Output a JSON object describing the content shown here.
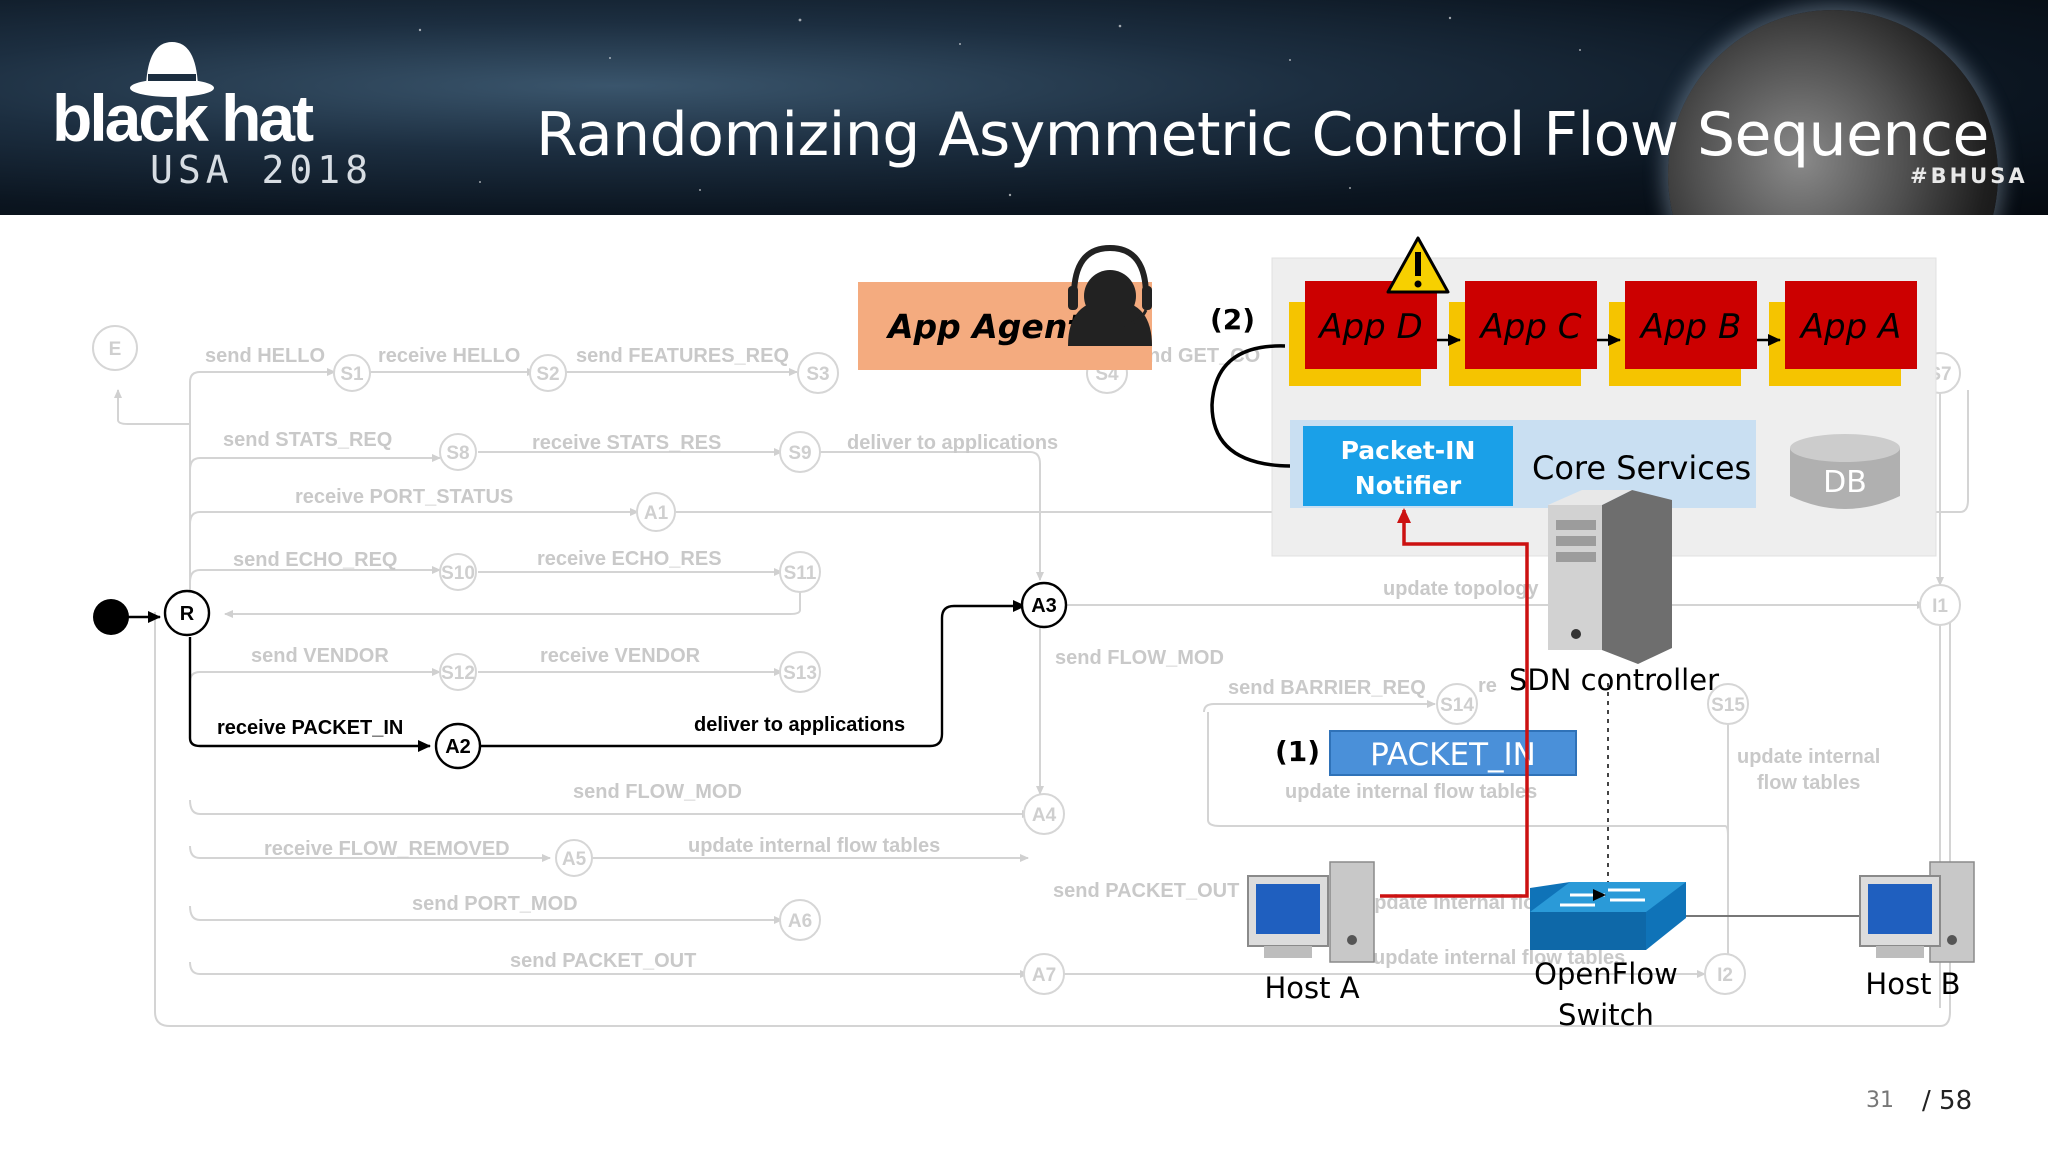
{
  "slide": {
    "title": "Randomizing Asymmetric Control Flow Sequence",
    "hashtag": "#BHUSA",
    "page_current": "31",
    "page_total": "/ 58"
  },
  "logo": {
    "word": "black hat",
    "sub": "USA 2018"
  },
  "controller": {
    "apps": [
      "App D",
      "App C",
      "App B",
      "App A"
    ],
    "app_agent": "App Agent",
    "step2": "(2)",
    "notifier_line1": "Packet-IN",
    "notifier_line2": "Notifier",
    "core_services": "Core Services",
    "db": "DB",
    "sdn_controller": "SDN controller",
    "colors": {
      "app_red": "#cc0000",
      "app_shadow": "#f5c400",
      "notifier": "#1aa0e8",
      "core_bg": "#c9dff2",
      "panel_bg": "#eeeeee",
      "agent": "#f4ab7f",
      "arrow": "#cc1111"
    }
  },
  "network": {
    "step1": "(1)",
    "packet_in": "PACKET_IN",
    "host_a": "Host A",
    "host_b": "Host B",
    "switch_line1": "OpenFlow",
    "switch_line2": "Switch"
  },
  "fsm": {
    "nodes": {
      "E": "E",
      "R": "R",
      "S1": "S1",
      "S2": "S2",
      "S3": "S3",
      "S4": "S4",
      "S7": "S7",
      "S8": "S8",
      "S9": "S9",
      "A1": "A1",
      "S10": "S10",
      "S11": "S11",
      "A3": "A3",
      "I1": "I1",
      "S12": "S12",
      "S13": "S13",
      "S14": "S14",
      "S15": "S15",
      "A2": "A2",
      "A4": "A4",
      "A5": "A5",
      "A6": "A6",
      "A7": "A7",
      "I2": "I2"
    },
    "labels": {
      "send_hello": "send HELLO",
      "receive_hello": "receive HELLO",
      "send_features_req": "send FEATURES_REQ",
      "send_get_config": "nd GET_CO",
      "send_stats_req": "send STATS_REQ",
      "receive_stats_res": "receive STATS_RES",
      "deliver_apps_1": "deliver to applications",
      "receive_port_status": "receive PORT_STATUS",
      "send_echo_req": "send ECHO_REQ",
      "receive_echo_res": "receive ECHO_RES",
      "update_topology": "update topology",
      "send_vendor": "send VENDOR",
      "receive_vendor": "receive VENDOR",
      "send_flow_mod_1": "send FLOW_MOD",
      "send_barrier_req": "send BARRIER_REQ",
      "receive_packet_in": "receive PACKET_IN",
      "deliver_apps_2": "deliver to applications",
      "send_flow_mod_2": "send FLOW_MOD",
      "update_flow_tables_1": "update internal flow tables",
      "update_internal_a": "update internal",
      "update_internal_b": "flow tables",
      "receive_flow_removed": "receive FLOW_REMOVED",
      "update_flow_tables_2": "update internal flow tables",
      "send_packet_out_1": "send PACKET_OUT",
      "update_flow_tables_3": "update internal flow",
      "send_port_mod": "send PORT_MOD",
      "send_packet_out_2": "send PACKET_OUT",
      "update_flow_tables_4": "update internal flow tables",
      "receive_short": "re"
    }
  }
}
